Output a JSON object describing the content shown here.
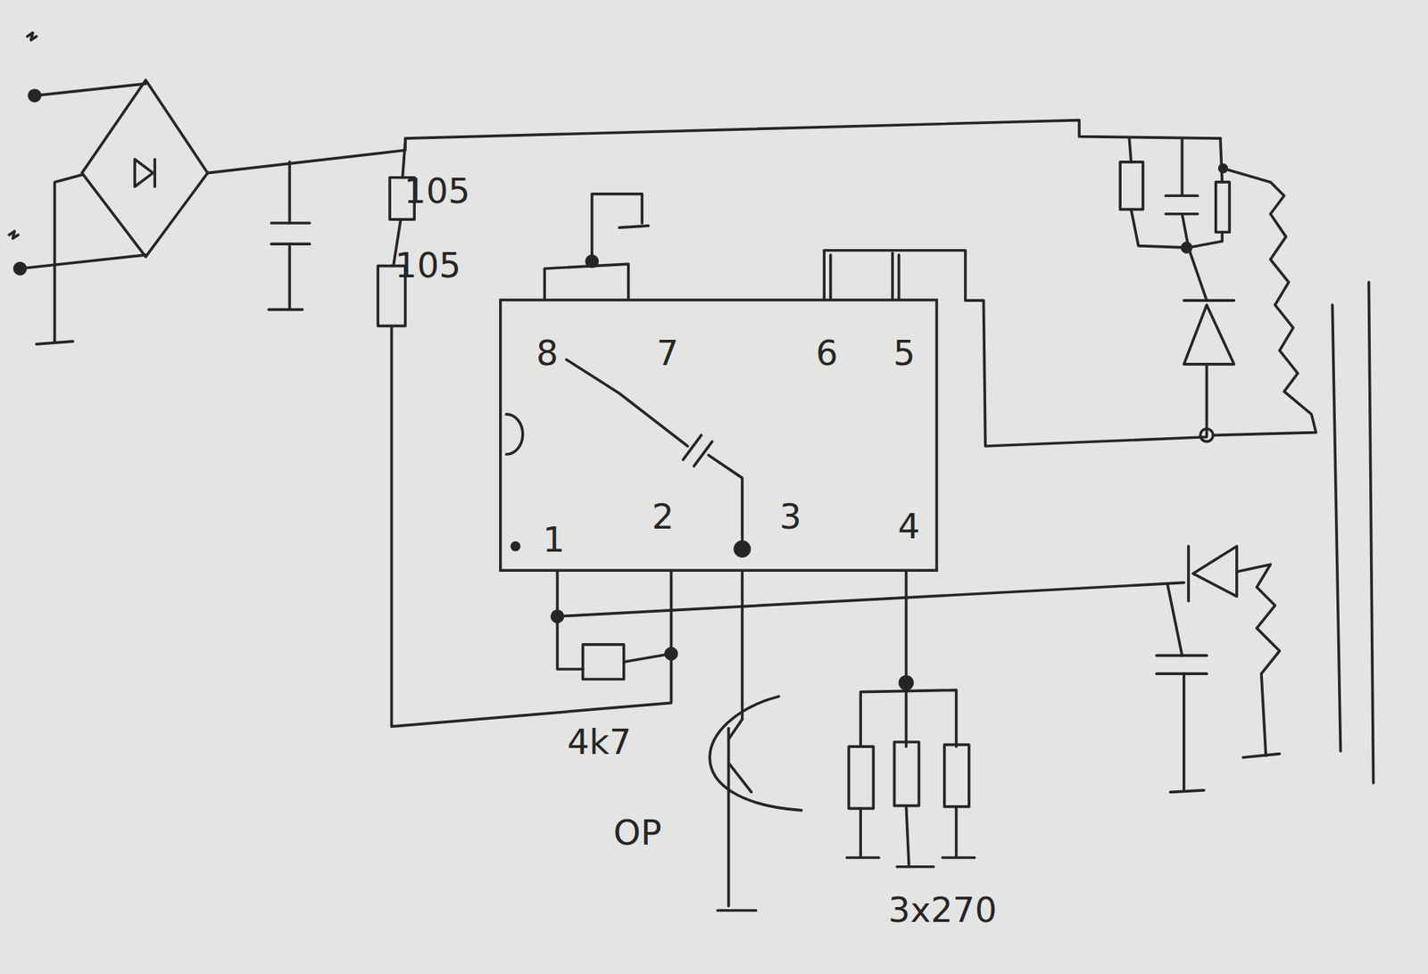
{
  "diagram": {
    "nodes": [
      {
        "text": [
          "8",
          "7",
          "6",
          "5",
          "1",
          "2",
          "3",
          "4"
        ]
      }
    ],
    "labels": [
      "105",
      "105",
      "4k7",
      "OP",
      "3x270"
    ]
  }
}
